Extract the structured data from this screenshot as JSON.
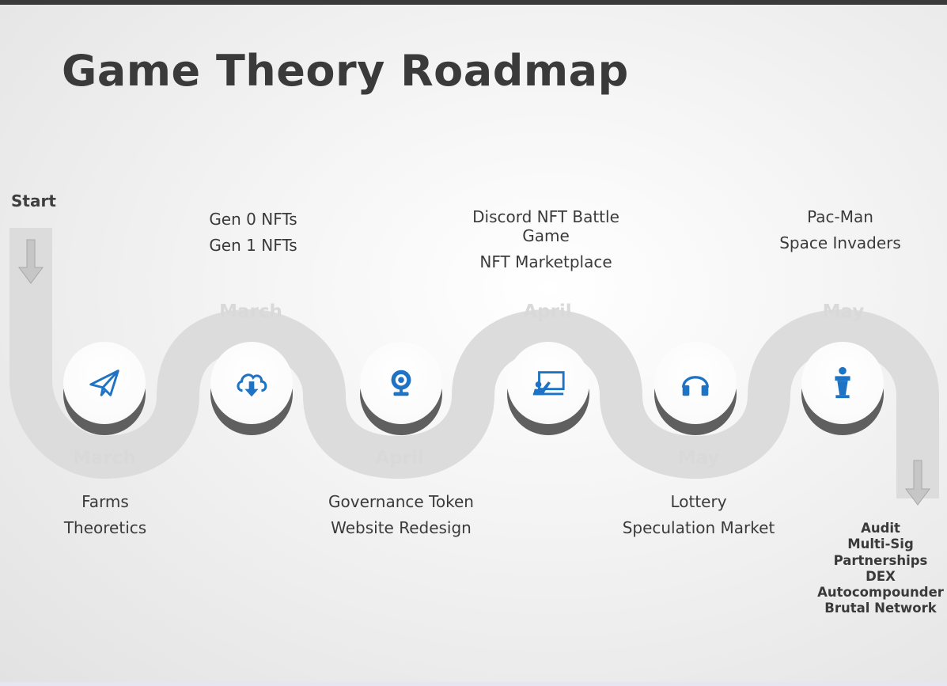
{
  "title": "Game Theory Roadmap",
  "start_label": "Start",
  "path_months": {
    "bottom": [
      "March",
      "April",
      "May"
    ],
    "top": [
      "March",
      "April",
      "May"
    ]
  },
  "milestones": [
    {
      "icon": "paper-plane-icon",
      "items": [
        "Farms",
        "Theoretics"
      ]
    },
    {
      "icon": "cloud-download-icon",
      "items": [
        "Gen 0 NFTs",
        "Gen 1 NFTs"
      ]
    },
    {
      "icon": "webcam-icon",
      "items": [
        "Governance Token",
        "Website Redesign"
      ]
    },
    {
      "icon": "presentation-board-icon",
      "items": [
        "Discord NFT Battle Game",
        "NFT Marketplace"
      ]
    },
    {
      "icon": "headphones-icon",
      "items": [
        "Lottery",
        "Speculation Market"
      ]
    },
    {
      "icon": "speaker-podium-icon",
      "items": [
        "Pac-Man",
        "Space Invaders"
      ]
    }
  ],
  "final_items": [
    "Audit",
    "Multi-Sig",
    "Partnerships",
    "DEX",
    "Autocompounder",
    "Brutal Network"
  ],
  "colors": {
    "accent": "#1f73c4",
    "path": "#dcdcdc",
    "arrow": "#c2c2c2",
    "text": "#3a3a3a",
    "month_text": "#d9d9d9",
    "title": "#3a3a3a"
  }
}
